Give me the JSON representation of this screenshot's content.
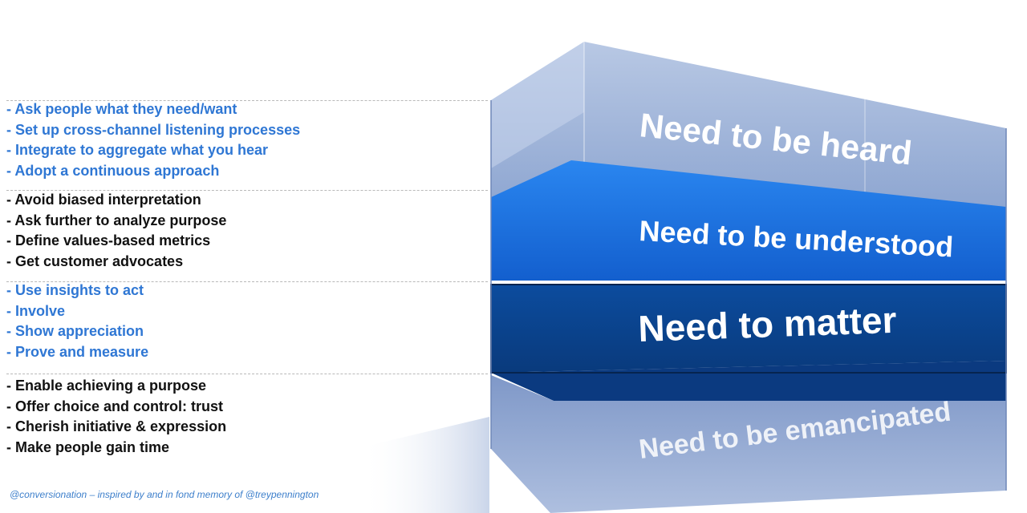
{
  "groups": [
    {
      "color": "#2f77d4",
      "items": [
        "- Ask people what they need/want",
        "- Set up cross-channel listening processes",
        "- Integrate to aggregate what you hear",
        "- Adopt a continuous approach"
      ]
    },
    {
      "color": "#111111",
      "items": [
        "- Avoid biased interpretation",
        "- Ask further to analyze purpose",
        "- Define values-based metrics",
        "- Get customer advocates"
      ]
    },
    {
      "color": "#2f77d4",
      "items": [
        "- Use insights to act",
        "- Involve",
        "- Show appreciation",
        "- Prove and measure"
      ]
    },
    {
      "color": "#111111",
      "items": [
        "- Enable achieving a purpose",
        "- Offer choice and control: trust",
        "- Cherish initiative  & expression",
        "- Make people gain time"
      ]
    }
  ],
  "layers": {
    "heard": "Need to be heard",
    "understood": "Need to be understood",
    "matter": "Need to matter",
    "emancipated": "Need to be emancipated"
  },
  "credit": "@conversionation – inspired by and in fond memory of @treypennington",
  "colors": {
    "glass": "#8fa6cf",
    "understood": "#1a6fe0",
    "matter": "#0a3f86",
    "blue_text": "#2f77d4"
  }
}
